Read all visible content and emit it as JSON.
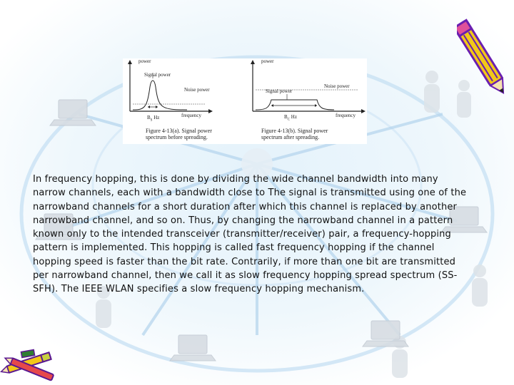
{
  "figure": {
    "left_panel": {
      "axis_y_label": "power",
      "signal_label": "Signal power",
      "noise_label": "Noise power",
      "bandwidth_label": "B",
      "bandwidth_sub": "S",
      "bandwidth_unit": "Hz",
      "axis_x_label": "frequency",
      "caption_line1": "Figure 4-13(a). Signal power",
      "caption_line2": "spectrum before spreading."
    },
    "right_panel": {
      "axis_y_label": "power",
      "signal_label": "Signal power",
      "noise_label": "Noise power",
      "bandwidth_label": "B",
      "bandwidth_sub": "C",
      "bandwidth_unit": "Hz",
      "axis_x_label": "frequency",
      "caption_line1": "Figure 4-13(b). Signal power",
      "caption_line2": "spectrum after spreading."
    }
  },
  "body": {
    "paragraph": "In frequency hopping, this is done by dividing the wide channel bandwidth  into many narrow channels, each with a bandwidth close to  The signal is transmitted using one of the narrowband channels for a short duration after which this channel is replaced by another narrowband channel, and so on. Thus, by changing the narrowband channel in a pattern known only to the intended transceiver (transmitter/receiver) pair, a frequency-hopping pattern is implemented. This hopping is called fast frequency hopping if the channel hopping speed is faster than the bit rate. Contrarily, if more than one bit are transmitted per narrowband channel, then we call it as slow frequency hopping spread spectrum (SS-SFH). The IEEE WLAN specifies a slow frequency hopping mechanism."
  },
  "colors": {
    "background_glow": "#d9ecf8",
    "network_line": "#9fc6e6",
    "node": "#d0d6dc",
    "pencil_purple": "#6a1fb0",
    "pencil_yellow": "#f2c818"
  }
}
